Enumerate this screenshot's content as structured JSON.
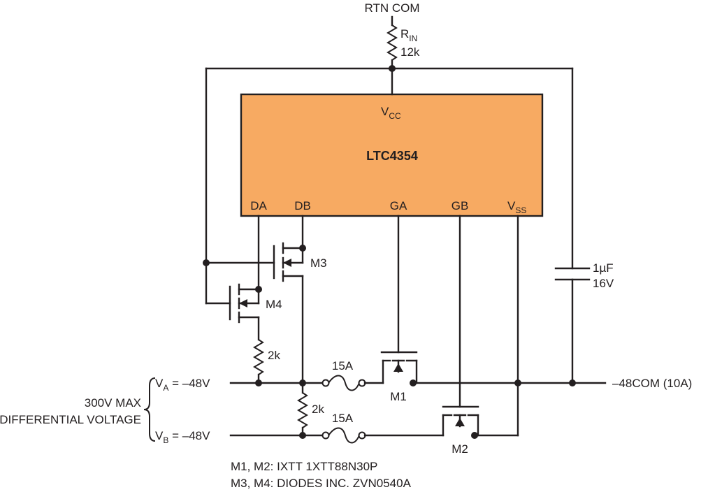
{
  "colors": {
    "ic_fill": "#f7aa62",
    "ink": "#231f20"
  },
  "rtn_com": "RTN COM",
  "rin": {
    "main": "R",
    "sub": "IN",
    "value": "12k"
  },
  "ic": {
    "name": "LTC4354",
    "vcc": {
      "main": "V",
      "sub": "CC"
    },
    "pins": {
      "da": "DA",
      "db": "DB",
      "ga": "GA",
      "gb": "GB"
    },
    "vss": {
      "main": "V",
      "sub": "SS"
    }
  },
  "cap": {
    "value": "1µF",
    "voltage": "16V"
  },
  "m3": "M3",
  "m4": "M4",
  "m1": "M1",
  "m2": "M2",
  "r_da": "2k",
  "r_db": "2k",
  "fuse_a": "15A",
  "fuse_b": "15A",
  "va": {
    "main": "V",
    "sub": "A",
    "value": " = –48V"
  },
  "vb": {
    "main": "V",
    "sub": "B",
    "value": " = –48V"
  },
  "output": "–48COM (10A)",
  "diff": {
    "line1": "300V MAX",
    "line2": "DIFFERENTIAL VOLTAGE"
  },
  "notes": {
    "line1": "M1, M2: IXTT 1XTT88N30P",
    "line2": "M3, M4: DIODES INC. ZVN0540A"
  }
}
